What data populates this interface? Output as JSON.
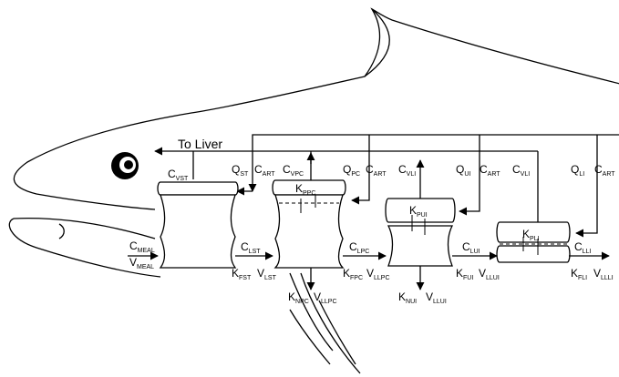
{
  "to_liver": "To Liver",
  "labels": {
    "c_meal": [
      "C",
      "MEAL"
    ],
    "v_meal": [
      "V",
      "MEAL"
    ],
    "c_vst": [
      "C",
      "VST"
    ],
    "q_st": [
      "Q",
      "ST"
    ],
    "c_art_st": [
      "C",
      "ART"
    ],
    "c_vpc": [
      "C",
      "VPC"
    ],
    "q_pc": [
      "Q",
      "PC"
    ],
    "c_art_pc": [
      "C",
      "ART"
    ],
    "c_vli": [
      "C",
      "VLI"
    ],
    "q_ui": [
      "Q",
      "UI"
    ],
    "c_art_ui": [
      "C",
      "ART"
    ],
    "c_vli2": [
      "C",
      "VLI"
    ],
    "q_li": [
      "Q",
      "LI"
    ],
    "c_art_li": [
      "C",
      "ART"
    ],
    "k_ppc": [
      "K",
      "PPC"
    ],
    "k_pui": [
      "K",
      "PUI"
    ],
    "k_pli": [
      "K",
      "PLI"
    ],
    "c_lst": [
      "C",
      "LST"
    ],
    "k_fst": [
      "K",
      "FST"
    ],
    "v_lst": [
      "V",
      "LST"
    ],
    "c_lpc": [
      "C",
      "LPC"
    ],
    "k_fpc": [
      "K",
      "FPC"
    ],
    "v_llpc": [
      "V",
      "LLPC"
    ],
    "c_lui": [
      "C",
      "LUI"
    ],
    "k_fui": [
      "K",
      "FUI"
    ],
    "v_llui": [
      "V",
      "LLUI"
    ],
    "c_lli": [
      "C",
      "LLI"
    ],
    "k_fli": [
      "K",
      "FLI"
    ],
    "v_llli": [
      "V",
      "LLLI"
    ],
    "k_npc": [
      "K",
      "NPC"
    ],
    "v_llpc2": [
      "V",
      "LLPC"
    ],
    "k_nui": [
      "K",
      "NUI"
    ],
    "v_llui2": [
      "V",
      "LLUI"
    ]
  }
}
